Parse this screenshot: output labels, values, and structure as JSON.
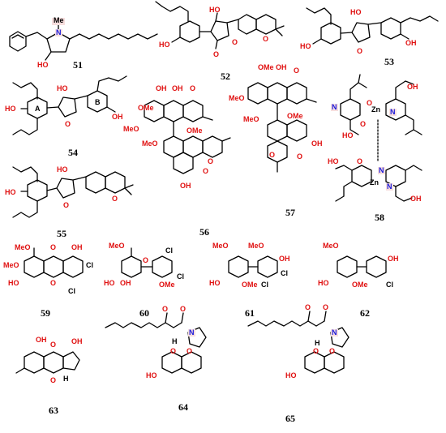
{
  "diagram": {
    "compounds": [
      {
        "id": "c51",
        "number": "51"
      },
      {
        "id": "c52",
        "number": "52"
      },
      {
        "id": "c53",
        "number": "53"
      },
      {
        "id": "c54",
        "number": "54"
      },
      {
        "id": "c55",
        "number": "55"
      },
      {
        "id": "c56",
        "number": "56"
      },
      {
        "id": "c57",
        "number": "57"
      },
      {
        "id": "c58",
        "number": "58"
      },
      {
        "id": "c59",
        "number": "59"
      },
      {
        "id": "c60",
        "number": "60"
      },
      {
        "id": "c61",
        "number": "61"
      },
      {
        "id": "c62",
        "number": "62"
      },
      {
        "id": "c63",
        "number": "63"
      },
      {
        "id": "c64",
        "number": "64"
      },
      {
        "id": "c65",
        "number": "65"
      }
    ],
    "atom_labels": {
      "me": "Me",
      "n": "N",
      "ho": "HO",
      "oh": "OH",
      "o": "O",
      "h": "H",
      "cl": "Cl",
      "zn": "Zn",
      "meo": "MeO",
      "ome": "OMe",
      "ring_a": "A",
      "ring_b": "B"
    },
    "colors": {
      "oxygen": "#e01010",
      "nitrogen": "#1a1adc",
      "bond": "#000000",
      "highlight": "#f7dede"
    }
  }
}
